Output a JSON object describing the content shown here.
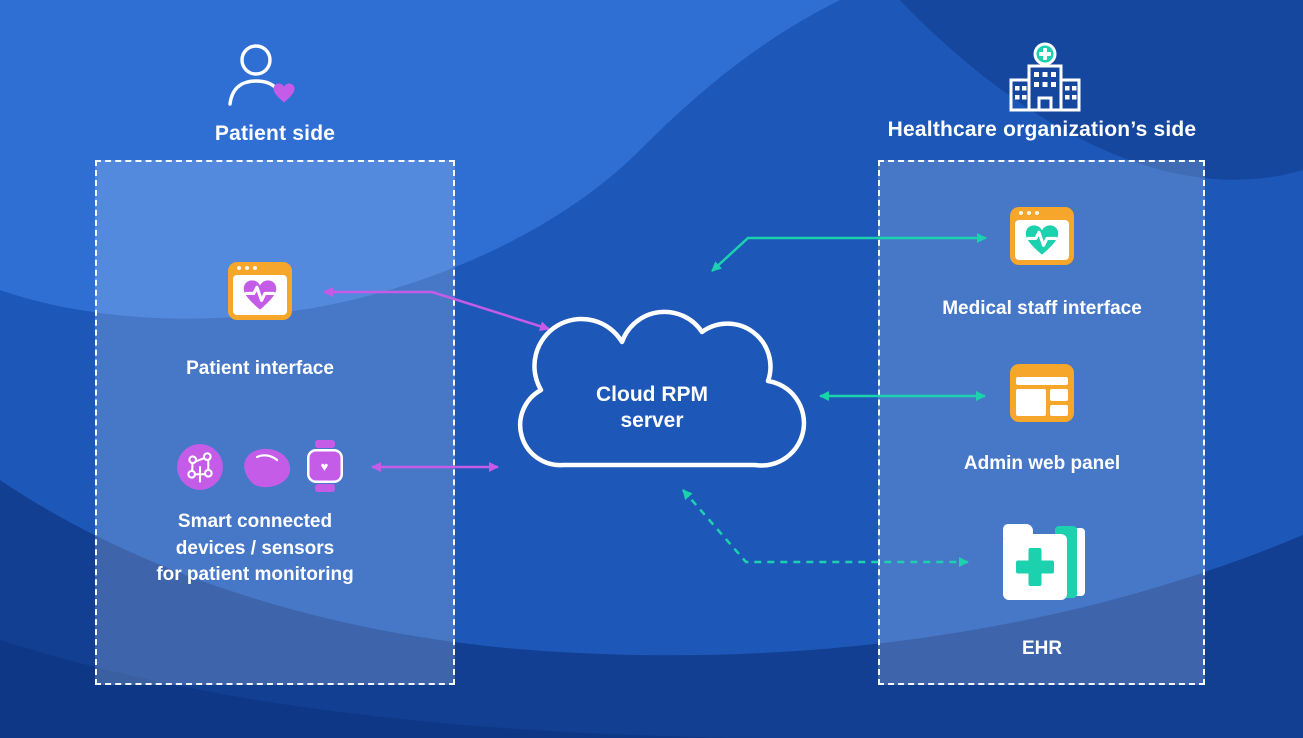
{
  "diagram": {
    "patient_side": {
      "title": "Patient side",
      "interface_label": "Patient interface",
      "devices_lines": [
        "Smart connected",
        "devices / sensors",
        "for patient monitoring"
      ]
    },
    "cloud": {
      "lines": [
        "Cloud RPM",
        "server"
      ]
    },
    "org_side": {
      "title": "Healthcare organization’s side",
      "staff_label": "Medical staff interface",
      "admin_label": "Admin web panel",
      "ehr_label": "EHR"
    },
    "colors": {
      "bg": "#1d57b8",
      "wave1": "#2f6fd4",
      "wave2": "#15479f",
      "wave3": "#123f92",
      "wave4": "#0e3886",
      "magenta": "#c55ce8",
      "teal": "#1bd1ae",
      "orange": "#f6a62a",
      "white": "#ffffff"
    },
    "icons": [
      "patient-figure-icon",
      "hospital-icon",
      "patient-interface-icon",
      "biosensor-chip-icon",
      "wearable-sensor-icon",
      "smartwatch-icon",
      "cloud-icon",
      "medical-staff-interface-icon",
      "admin-web-panel-icon",
      "ehr-folder-icon"
    ]
  }
}
